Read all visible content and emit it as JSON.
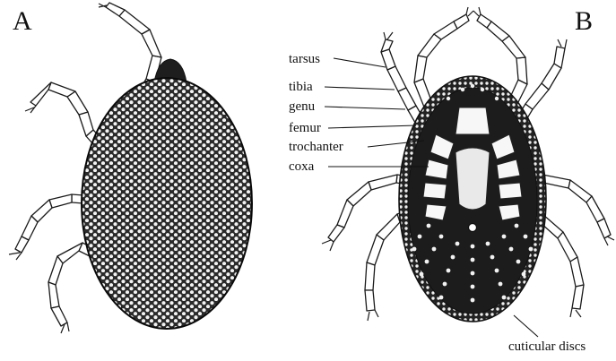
{
  "panels": {
    "a": {
      "letter": "A"
    },
    "b": {
      "letter": "B"
    }
  },
  "labels": {
    "tarsus": "tarsus",
    "tibia": "tibia",
    "genu": "genu",
    "femur": "femur",
    "trochanter": "trochanter",
    "coxa": "coxa",
    "cuticular_discs": "cuticular discs"
  },
  "colors": {
    "ink": "#111111",
    "background": "#ffffff",
    "body_dark": "#1c1c1c"
  }
}
